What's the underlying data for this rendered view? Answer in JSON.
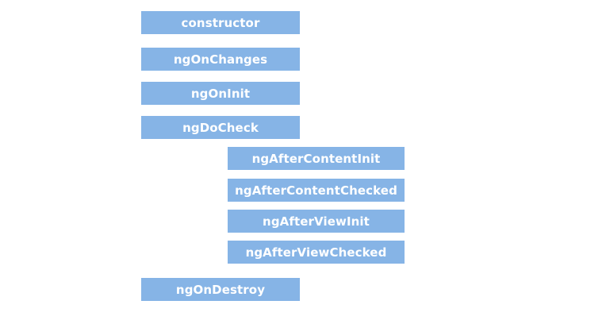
{
  "diagram": {
    "accent_color": "#86b4e6",
    "text_color": "#ffffff",
    "hooks": [
      {
        "label": "constructor",
        "level": 0
      },
      {
        "label": "ngOnChanges",
        "level": 0
      },
      {
        "label": "ngOnInit",
        "level": 0
      },
      {
        "label": "ngDoCheck",
        "level": 0
      },
      {
        "label": "ngAfterContentInit",
        "level": 1
      },
      {
        "label": "ngAfterContentChecked",
        "level": 1
      },
      {
        "label": "ngAfterViewInit",
        "level": 1
      },
      {
        "label": "ngAfterViewChecked",
        "level": 1
      },
      {
        "label": "ngOnDestroy",
        "level": 0
      }
    ]
  }
}
